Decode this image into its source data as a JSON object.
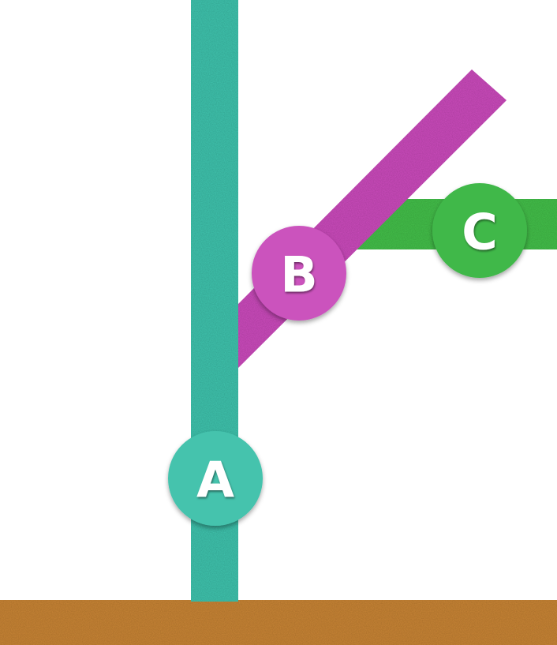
{
  "colors": {
    "background": "#ffffff",
    "teal": "#3fc4ae",
    "magenta": "#cc4bbd",
    "green": "#44c04a",
    "orange": "#c98535"
  },
  "tracks": [
    {
      "name": "teal-track",
      "color": "#3fc4ae"
    },
    {
      "name": "magenta-track",
      "color": "#cc4bbd"
    },
    {
      "name": "green-track",
      "color": "#44c04a"
    },
    {
      "name": "orange-ground",
      "color": "#c98535"
    }
  ],
  "nodes": [
    {
      "id": "A",
      "label": "A",
      "color": "#45c3ad"
    },
    {
      "id": "B",
      "label": "B",
      "color": "#cb53bd"
    },
    {
      "id": "C",
      "label": "C",
      "color": "#40b84a"
    }
  ]
}
